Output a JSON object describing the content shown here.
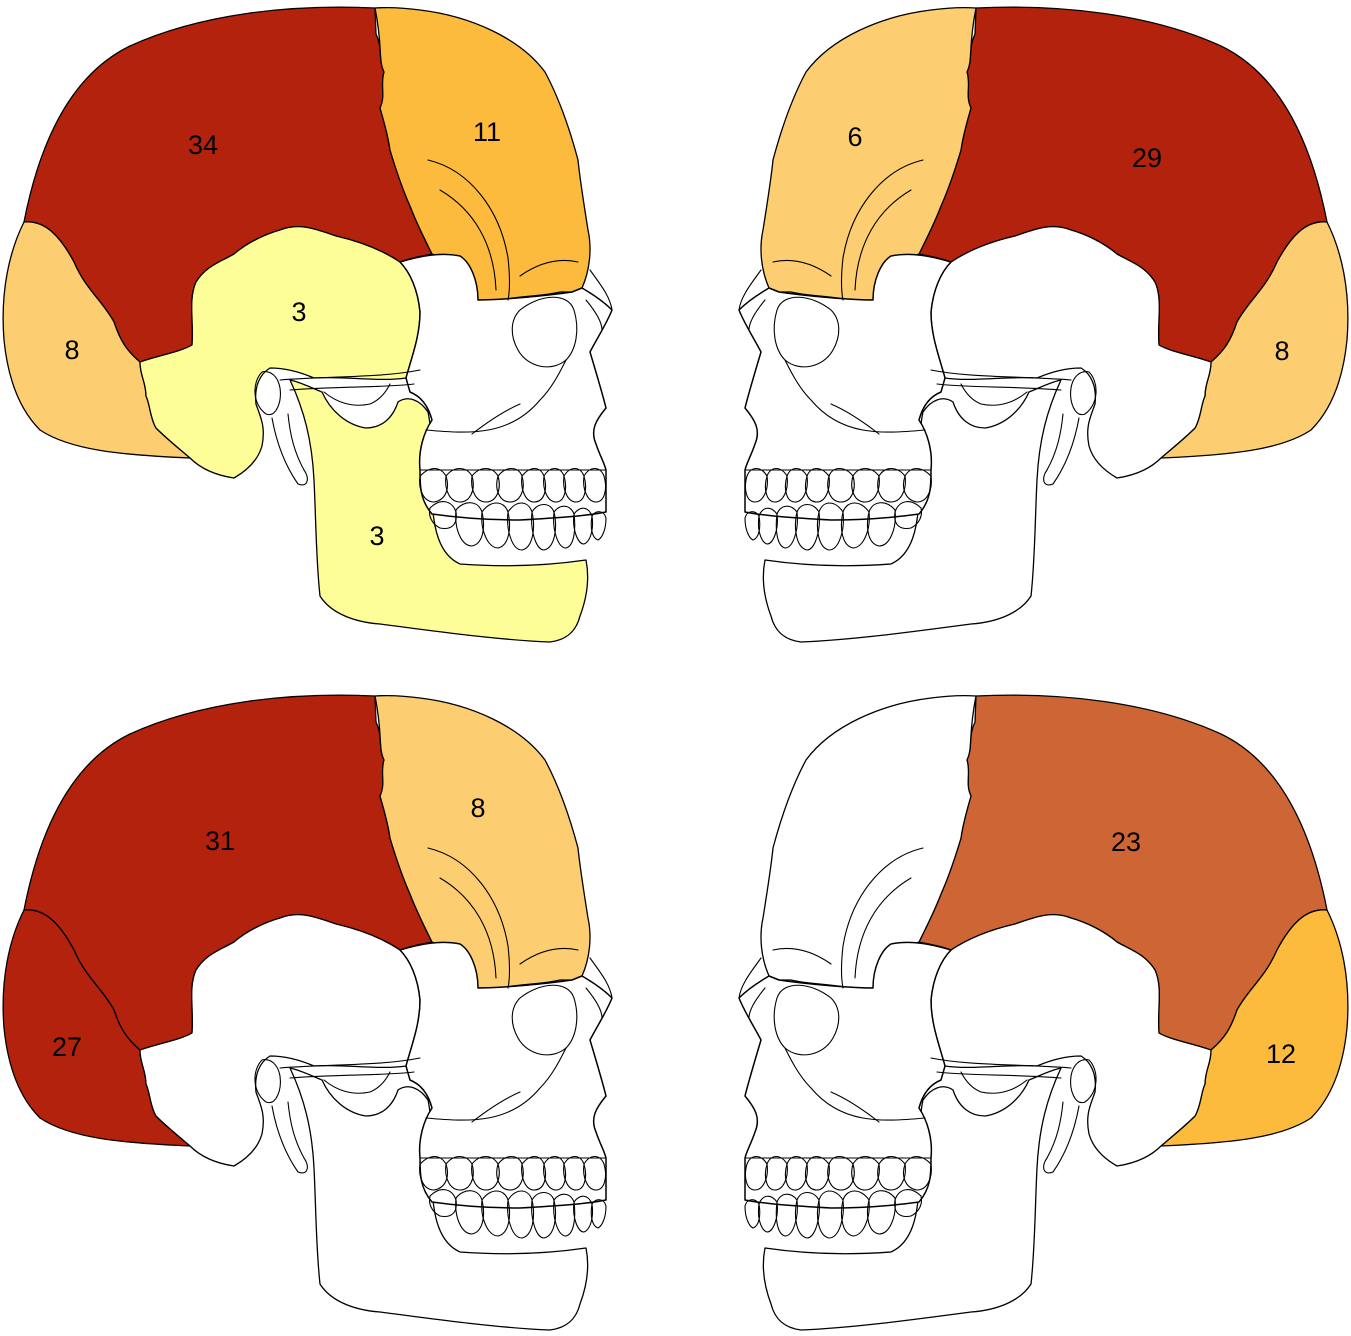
{
  "legend_colors": {
    "very_high": "#b2220c",
    "high": "#cd6634",
    "medium": "#fdbb3d",
    "low": "#fdcd72",
    "very_low": "#fefe99",
    "none": "#ffffff"
  },
  "skulls": [
    {
      "id": "top-left",
      "frontal": {
        "value": "11",
        "color": "#fdbb3d"
      },
      "parietal": {
        "value": "34",
        "color": "#b2220c"
      },
      "occipital": {
        "value": "8",
        "color": "#fdcd72"
      },
      "temporal": {
        "value": "3",
        "color": "#fefe99"
      },
      "mandible": {
        "value": "3",
        "color": "#fefe99"
      }
    },
    {
      "id": "top-right",
      "frontal": {
        "value": "6",
        "color": "#fdcd72"
      },
      "parietal": {
        "value": "29",
        "color": "#b2220c"
      },
      "occipital": {
        "value": "8",
        "color": "#fdcd72"
      },
      "temporal": {
        "value": "",
        "color": "#ffffff"
      },
      "mandible": {
        "value": "",
        "color": "#ffffff"
      }
    },
    {
      "id": "bottom-left",
      "frontal": {
        "value": "8",
        "color": "#fdcd72"
      },
      "parietal": {
        "value": "31",
        "color": "#b2220c"
      },
      "occipital": {
        "value": "27",
        "color": "#b2220c"
      },
      "temporal": {
        "value": "",
        "color": "#ffffff"
      },
      "mandible": {
        "value": "",
        "color": "#ffffff"
      }
    },
    {
      "id": "bottom-right",
      "frontal": {
        "value": "",
        "color": "#ffffff"
      },
      "parietal": {
        "value": "23",
        "color": "#cd6634"
      },
      "occipital": {
        "value": "12",
        "color": "#fdbb3d"
      },
      "temporal": {
        "value": "",
        "color": "#ffffff"
      },
      "mandible": {
        "value": "",
        "color": "#ffffff"
      }
    }
  ]
}
